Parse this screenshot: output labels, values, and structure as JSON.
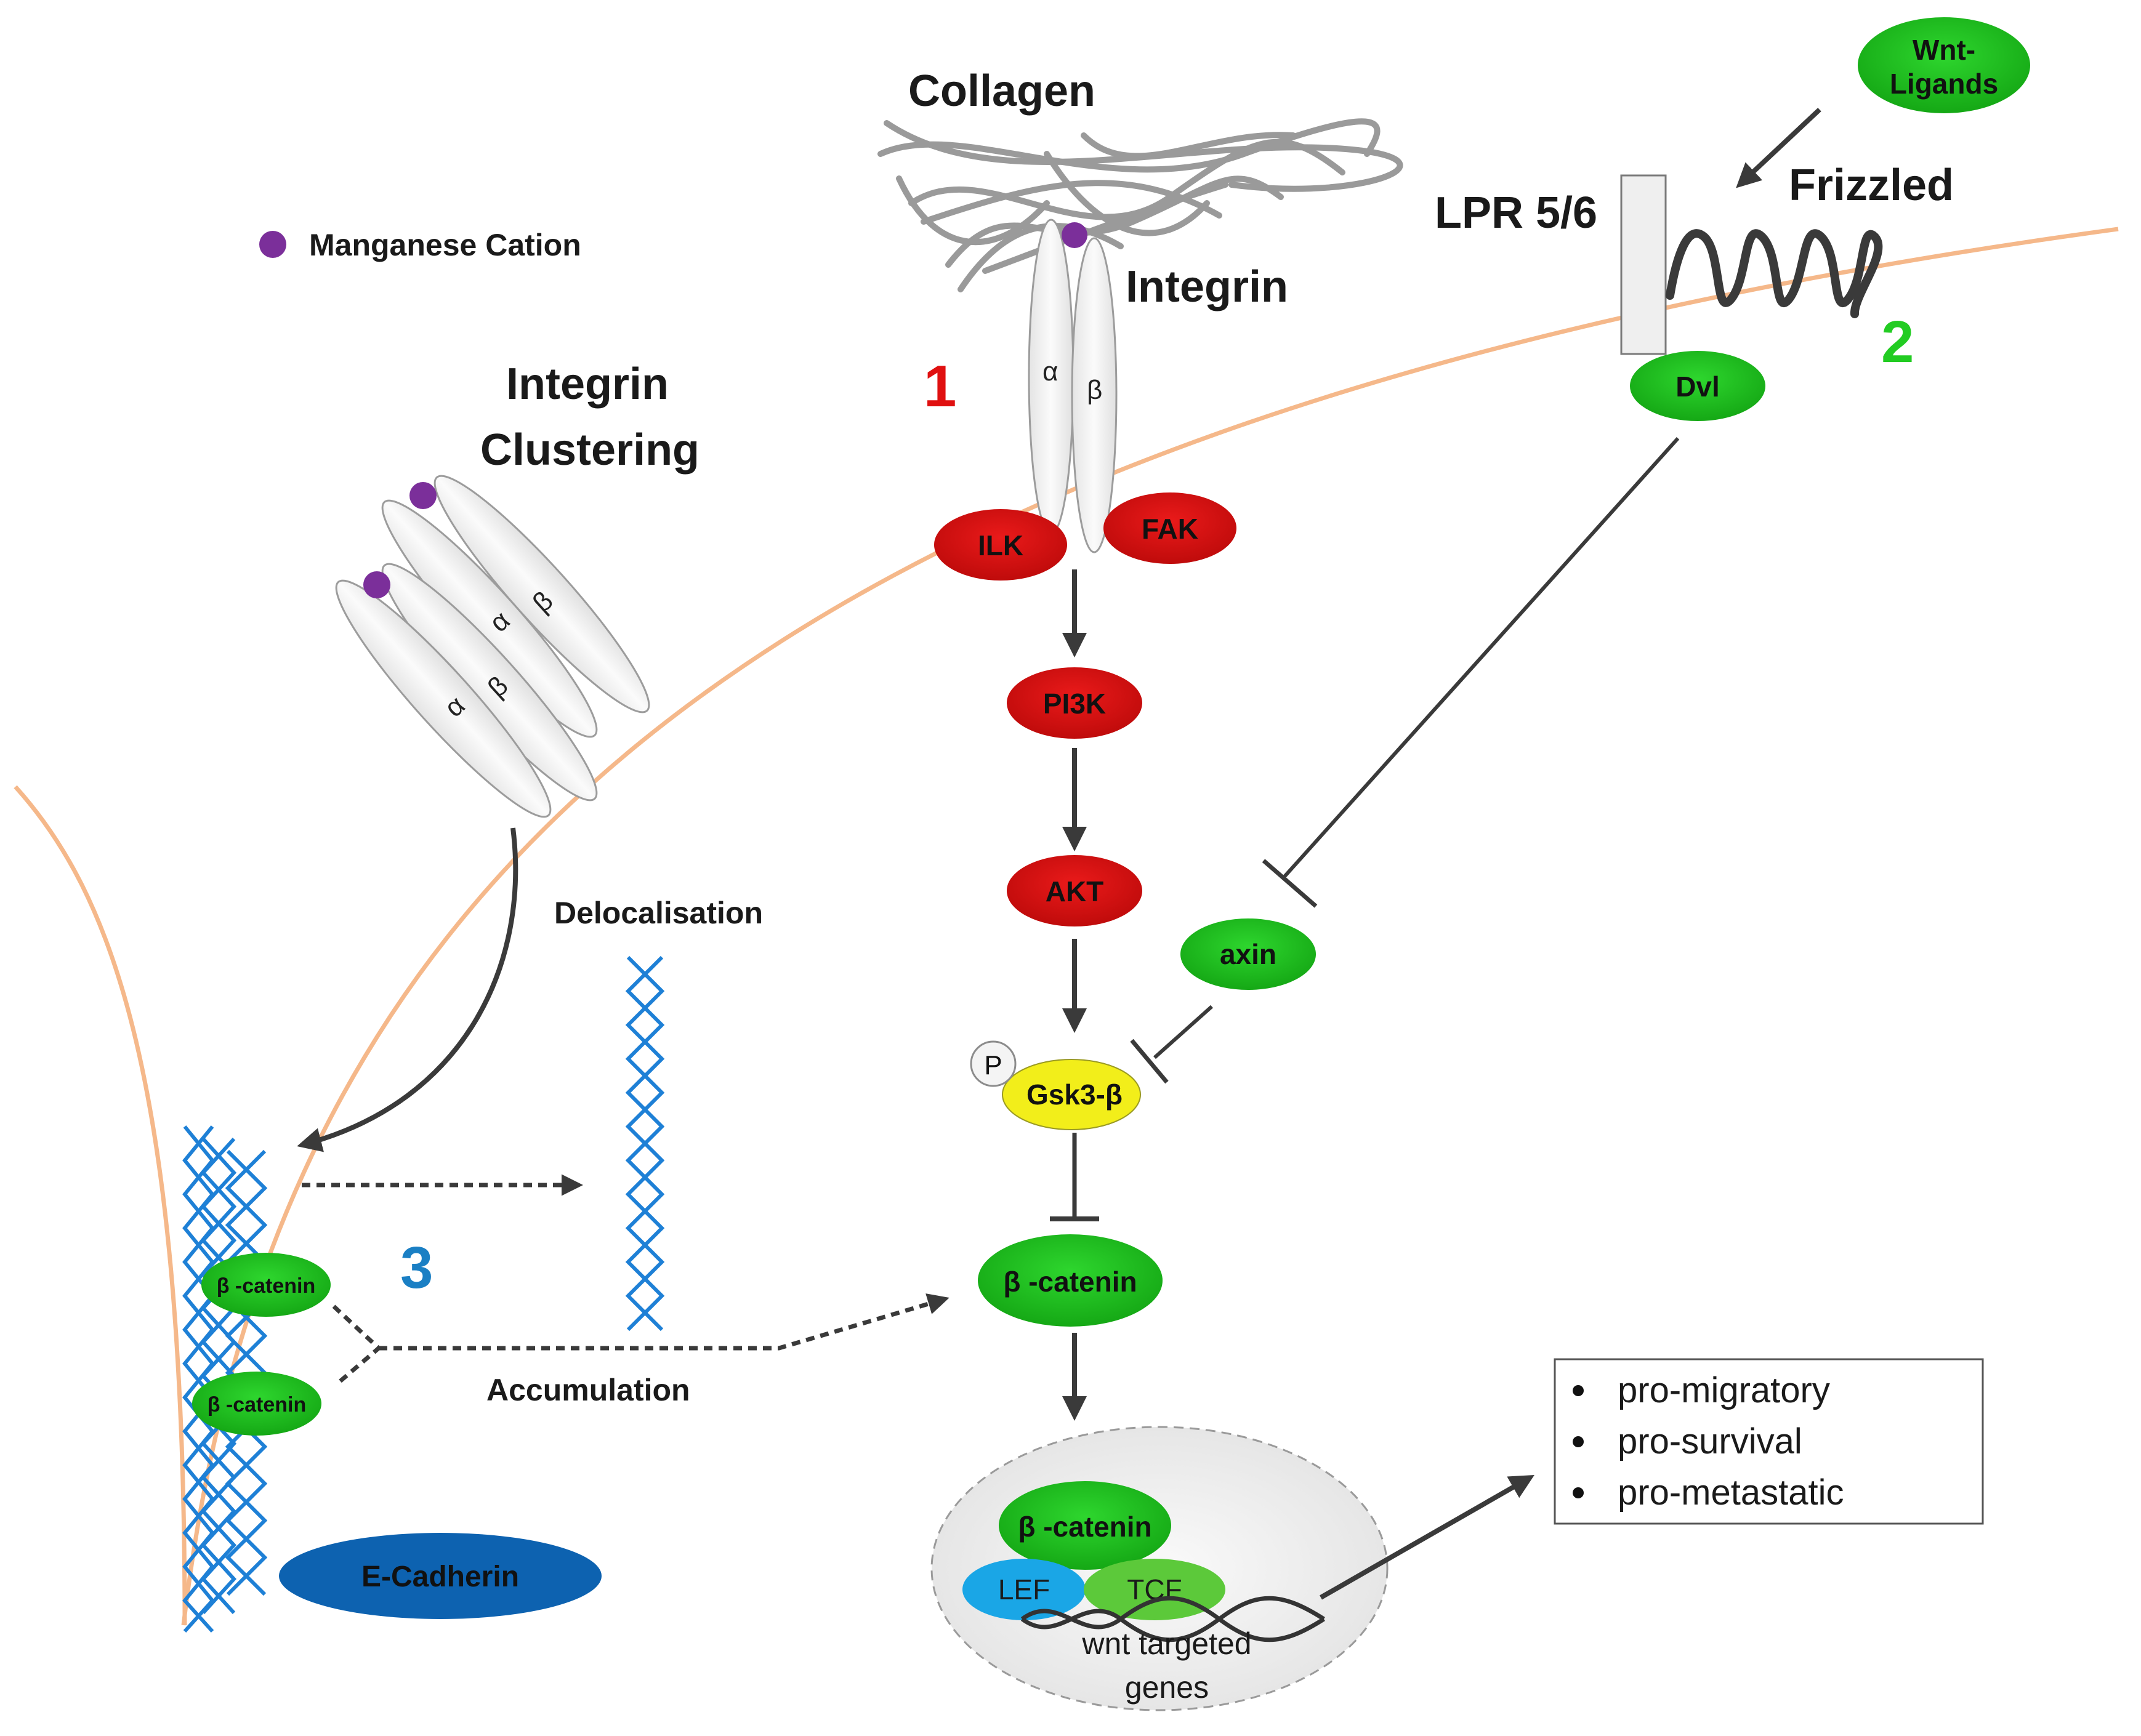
{
  "labels": {
    "collagen": "Collagen",
    "integrin": "Integrin",
    "integrin_clustering_line1": "Integrin",
    "integrin_clustering_line2": "Clustering",
    "manganese_legend": "Manganese Cation",
    "lpr": "LPR 5/6",
    "frizzled": "Frizzled",
    "delocalisation": "Delocalisation",
    "accumulation": "Accumulation",
    "wnt_genes_line1": "wnt targeted",
    "wnt_genes_line2": "genes",
    "alpha": "α",
    "beta": "β",
    "phospho": "P"
  },
  "numbers": {
    "n1": "1",
    "n2": "2",
    "n3": "3"
  },
  "nodes": {
    "wnt_ligands_line1": "Wnt-",
    "wnt_ligands_line2": "Ligands",
    "dvl": "Dvl",
    "ilk": "ILK",
    "fak": "FAK",
    "pi3k": "PI3K",
    "akt": "AKT",
    "axin": "axin",
    "gsk3b": "Gsk3-β",
    "beta_catenin_main": "β -catenin",
    "beta_catenin_nucleus": "β -catenin",
    "beta_catenin_membrane_1": "β -catenin",
    "beta_catenin_membrane_2": "β -catenin",
    "lef": "LEF",
    "tcf": "TCF",
    "e_cadherin": "E-Cadherin"
  },
  "outcomes": [
    "pro-migratory",
    "pro-survival",
    "pro-metastatic"
  ],
  "colors": {
    "membrane": "#f5b88a",
    "pathway_integrin": "#e01010",
    "pathway_wnt": "#22cc22",
    "pathway_cadherin": "#1a7fc4",
    "node_red": "#d60f0f",
    "node_green": "#1fbf1f",
    "node_yellow": "#f2ee1a",
    "node_blue": "#0d62b0",
    "lef_blue": "#1aa6e6",
    "tcf_green": "#5cc93a",
    "manganese": "#7b2f9a",
    "actin": "#1e80d6"
  }
}
